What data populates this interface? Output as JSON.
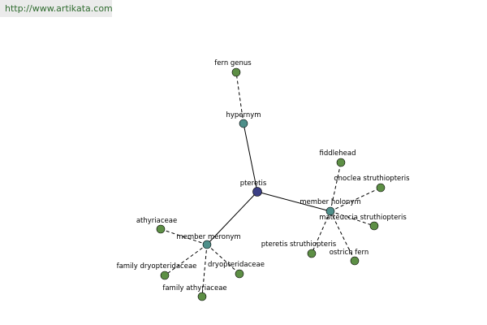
{
  "site": {
    "url": "http://www.artikata.com"
  },
  "colors": {
    "root": "#3b3f85",
    "relation": "#4e8f8a",
    "leaf": "#5d8f45"
  },
  "graph": {
    "root": "pteretis",
    "relations": [
      "hypernym",
      "member holonym",
      "member meronym"
    ],
    "nodes": {
      "pteretis": "pteretis",
      "hypernym": "hypernym",
      "member_holonym": "member holonym",
      "member_meronym": "member meronym",
      "fern_genus": "fern genus",
      "fiddlehead": "fiddlehead",
      "onoclea_struthiopteris": "onoclea struthiopteris",
      "matteuccia_struthiopteris": "matteuccia struthiopteris",
      "pteretis_struthiopteris": "pteretis struthiopteris",
      "ostrich_fern": "ostrich fern",
      "athyriaceae": "athyriaceae",
      "family_dryopteridaceae": "family dryopteridaceae",
      "dryopteridaceae": "dryopteridaceae",
      "family_athyriaceae": "family athyriaceae"
    },
    "edges": [
      {
        "from": "pteretis",
        "to": "hypernym",
        "style": "solid"
      },
      {
        "from": "pteretis",
        "to": "member_holonym",
        "style": "solid"
      },
      {
        "from": "pteretis",
        "to": "member_meronym",
        "style": "solid"
      },
      {
        "from": "hypernym",
        "to": "fern_genus",
        "style": "dashed"
      },
      {
        "from": "member_holonym",
        "to": "fiddlehead",
        "style": "dashed"
      },
      {
        "from": "member_holonym",
        "to": "onoclea_struthiopteris",
        "style": "dashed"
      },
      {
        "from": "member_holonym",
        "to": "matteuccia_struthiopteris",
        "style": "dashed"
      },
      {
        "from": "member_holonym",
        "to": "pteretis_struthiopteris",
        "style": "dashed"
      },
      {
        "from": "member_holonym",
        "to": "ostrich_fern",
        "style": "dashed"
      },
      {
        "from": "member_meronym",
        "to": "athyriaceae",
        "style": "dashed"
      },
      {
        "from": "member_meronym",
        "to": "family_dryopteridaceae",
        "style": "dashed"
      },
      {
        "from": "member_meronym",
        "to": "dryopteridaceae",
        "style": "dashed"
      },
      {
        "from": "member_meronym",
        "to": "family_athyriaceae",
        "style": "dashed"
      }
    ]
  }
}
